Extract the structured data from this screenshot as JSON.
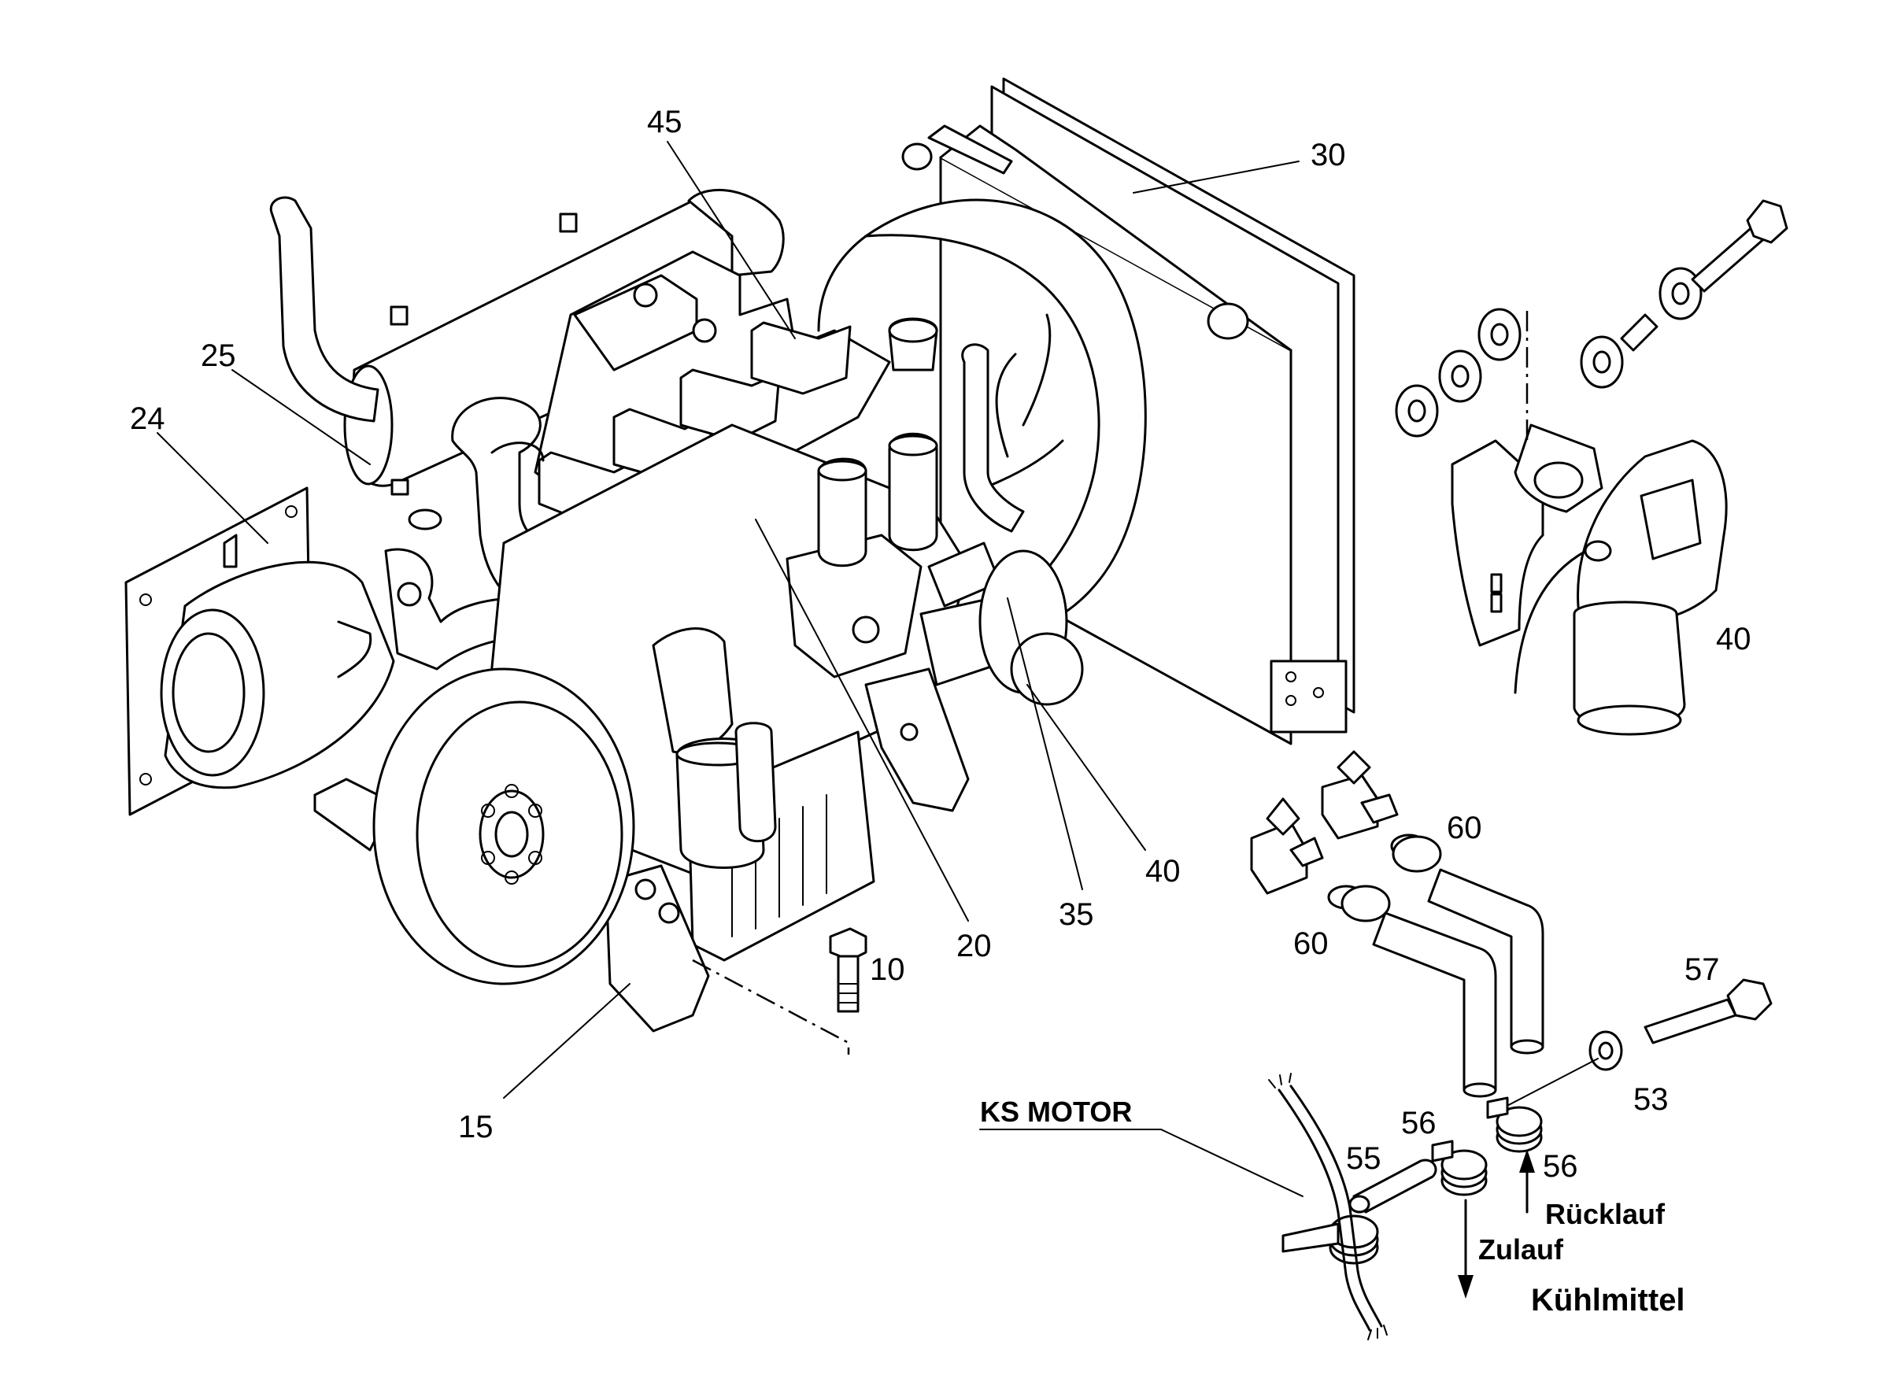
{
  "callouts": {
    "c45": "45",
    "c30": "30",
    "c25": "25",
    "c24": "24",
    "c40a": "40",
    "c40b": "40",
    "c35": "35",
    "c20": "20",
    "c10": "10",
    "c15": "15",
    "c60a": "60",
    "c60b": "60",
    "c57": "57",
    "c53": "53",
    "c56a": "56",
    "c56b": "56",
    "c55": "55"
  },
  "labels": {
    "ks_motor": "KS MOTOR",
    "zulauf": "Zulauf",
    "ruecklauf": "Rücklauf",
    "kuehlmittel": "Kühlmittel"
  }
}
